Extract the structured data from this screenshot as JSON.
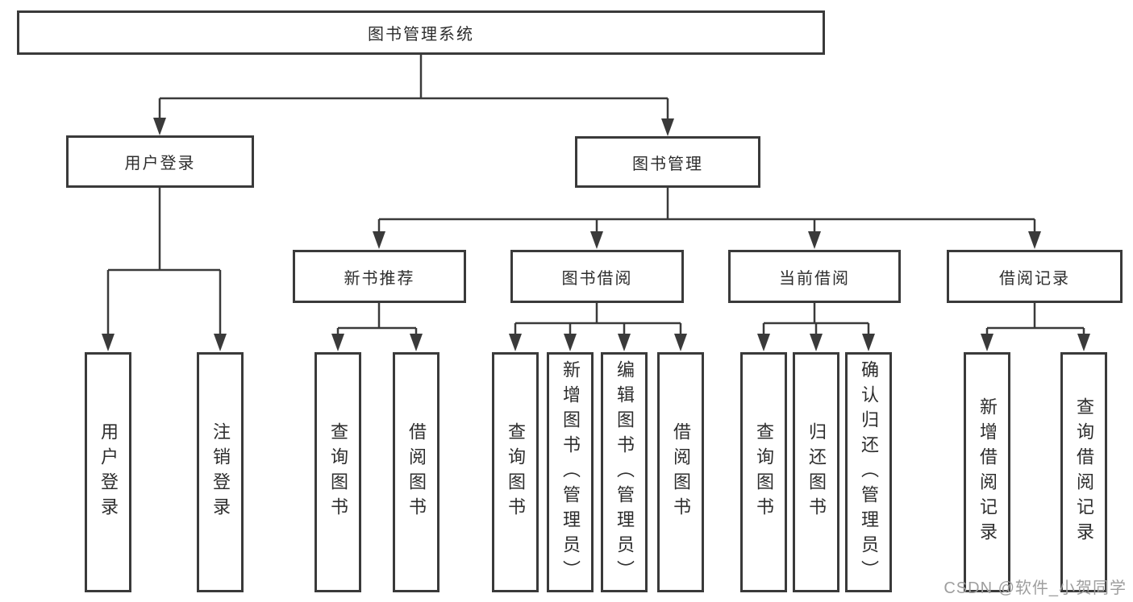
{
  "diagram": {
    "root": {
      "label": "图书管理系统"
    },
    "branches": [
      {
        "label": "用户登录",
        "children": [
          {
            "label": "用户登录"
          },
          {
            "label": "注销登录"
          }
        ]
      },
      {
        "label": "图书管理",
        "children": [
          {
            "label": "新书推荐",
            "children": [
              {
                "label": "查询图书"
              },
              {
                "label": "借阅图书"
              }
            ]
          },
          {
            "label": "图书借阅",
            "children": [
              {
                "label": "查询图书"
              },
              {
                "label": "新增图书（管理员）"
              },
              {
                "label": "编辑图书（管理员）"
              },
              {
                "label": "借阅图书"
              }
            ]
          },
          {
            "label": "当前借阅",
            "children": [
              {
                "label": "查询图书"
              },
              {
                "label": "归还图书"
              },
              {
                "label": "确认归还（管理员）"
              }
            ]
          },
          {
            "label": "借阅记录",
            "children": [
              {
                "label": "新增借阅记录"
              },
              {
                "label": "查询借阅记录"
              }
            ]
          }
        ]
      }
    ]
  },
  "watermark": {
    "text": "CSDN @软件_小贺同学"
  },
  "colors": {
    "line": "#3a3a3a",
    "box_border": "#3a3a3a",
    "box_fill": "#ffffff",
    "text": "#2d2d2d",
    "watermark": "#9e9e9e",
    "background": "#ffffff"
  }
}
